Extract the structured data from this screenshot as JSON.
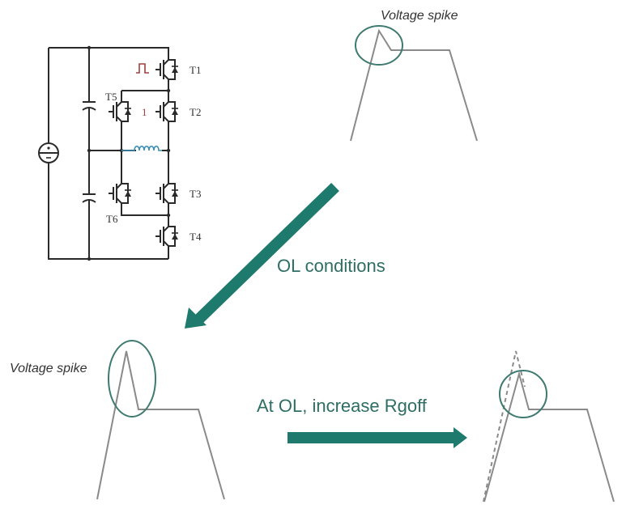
{
  "colors": {
    "teal": "#1d7a6c",
    "ellipse": "#3f7a70",
    "waveform": "#8a8a8a",
    "circuit": "#2a2a2a",
    "gate_pulse": "#a04040",
    "inductor": "#3a8fb5",
    "caption": "#333333"
  },
  "circuit": {
    "labels": {
      "t1": "T1",
      "t2": "T2",
      "t3": "T3",
      "t4": "T4",
      "t5": "T5",
      "t6": "T6",
      "gate_marker": "1"
    }
  },
  "top_waveform": {
    "caption": "Voltage spike"
  },
  "left_waveform": {
    "caption": "Voltage spike"
  },
  "arrows": {
    "diagonal_label": "OL conditions",
    "horizontal_label": "At OL, increase Rgoff"
  }
}
